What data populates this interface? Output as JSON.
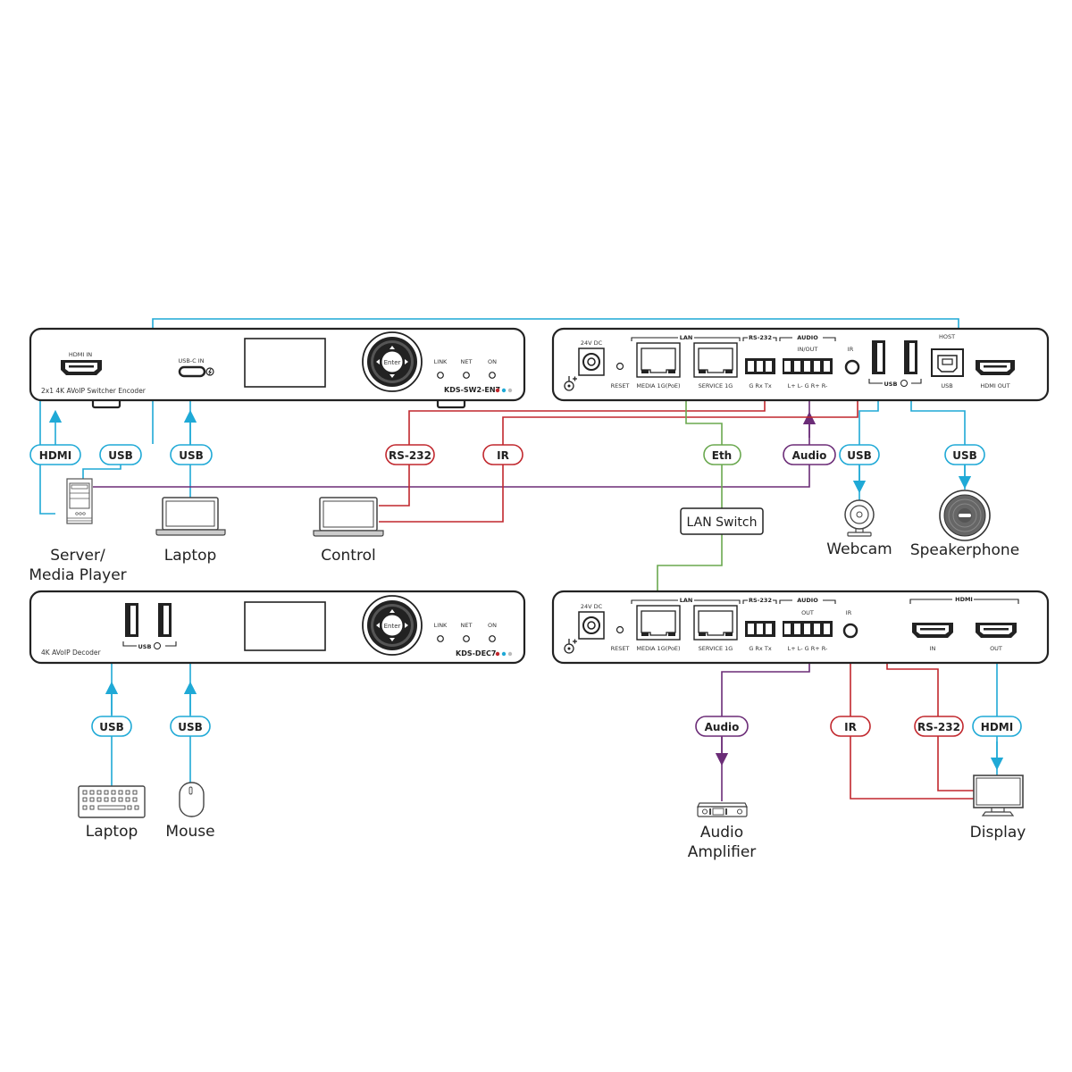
{
  "colors": {
    "usb_hdmi": "#1fa9d6",
    "control": "#c1272d",
    "audio": "#6b2c77",
    "ethernet": "#6aa84f",
    "device_outline": "#222222"
  },
  "encoder_front": {
    "hdmi_in_label": "HDMI IN",
    "device_name": "2x1 4K AVoIP Switcher Encoder",
    "usbc_label": "USB-C IN",
    "enter_label": "Enter",
    "leds": [
      "LINK",
      "NET",
      "ON"
    ],
    "model": "KDS-SW2-EN7"
  },
  "encoder_rear": {
    "power_label": "24V DC",
    "reset_label": "RESET",
    "lan_header": "LAN",
    "media_port": "MEDIA 1G(PoE)",
    "service_port": "SERVICE 1G",
    "rs232_header": "RS-232",
    "rs232_pins": "G  Rx Tx",
    "audio_header": "AUDIO",
    "audio_sub": "IN/OUT",
    "audio_pins": "L+ L-  G  R+ R-",
    "ir_label": "IR",
    "usb_group_label": "USB",
    "host_label": "HOST",
    "host_usb_label": "USB",
    "hdmi_out_label": "HDMI OUT"
  },
  "decoder_front": {
    "device_name": "4K AVoIP Decoder",
    "usb_group_label": "USB",
    "enter_label": "Enter",
    "leds": [
      "LINK",
      "NET",
      "ON"
    ],
    "model": "KDS-DEC7"
  },
  "decoder_rear": {
    "power_label": "24V DC",
    "reset_label": "RESET",
    "lan_header": "LAN",
    "media_port": "MEDIA 1G(PoE)",
    "service_port": "SERVICE 1G",
    "rs232_header": "RS-232",
    "rs232_pins": "G  Rx Tx",
    "audio_header": "AUDIO",
    "audio_sub": "OUT",
    "audio_pins": "L+ L-  G  R+ R-",
    "ir_label": "IR",
    "hdmi_header": "HDMI",
    "hdmi_in_label": "IN",
    "hdmi_out_label": "OUT"
  },
  "pills": {
    "enc_hdmi": "HDMI",
    "enc_usb_server": "USB",
    "enc_usb_laptop": "USB",
    "enc_rs232": "RS-232",
    "enc_ir": "IR",
    "eth": "Eth",
    "enc_audio": "Audio",
    "enc_usb_webcam": "USB",
    "enc_usb_speaker": "USB",
    "dec_usb_keyboard": "USB",
    "dec_usb_mouse": "USB",
    "dec_audio": "Audio",
    "dec_ir": "IR",
    "dec_rs232": "RS-232",
    "dec_hdmi": "HDMI"
  },
  "lan_switch_label": "LAN Switch",
  "endpoints": {
    "server_line1": "Server/",
    "server_line2": "Media Player",
    "laptop": "Laptop",
    "control": "Control",
    "webcam": "Webcam",
    "speakerphone": "Speakerphone",
    "keyboard": "Laptop",
    "mouse": "Mouse",
    "amplifier_line1": "Audio",
    "amplifier_line2": "Amplifier",
    "display": "Display"
  }
}
